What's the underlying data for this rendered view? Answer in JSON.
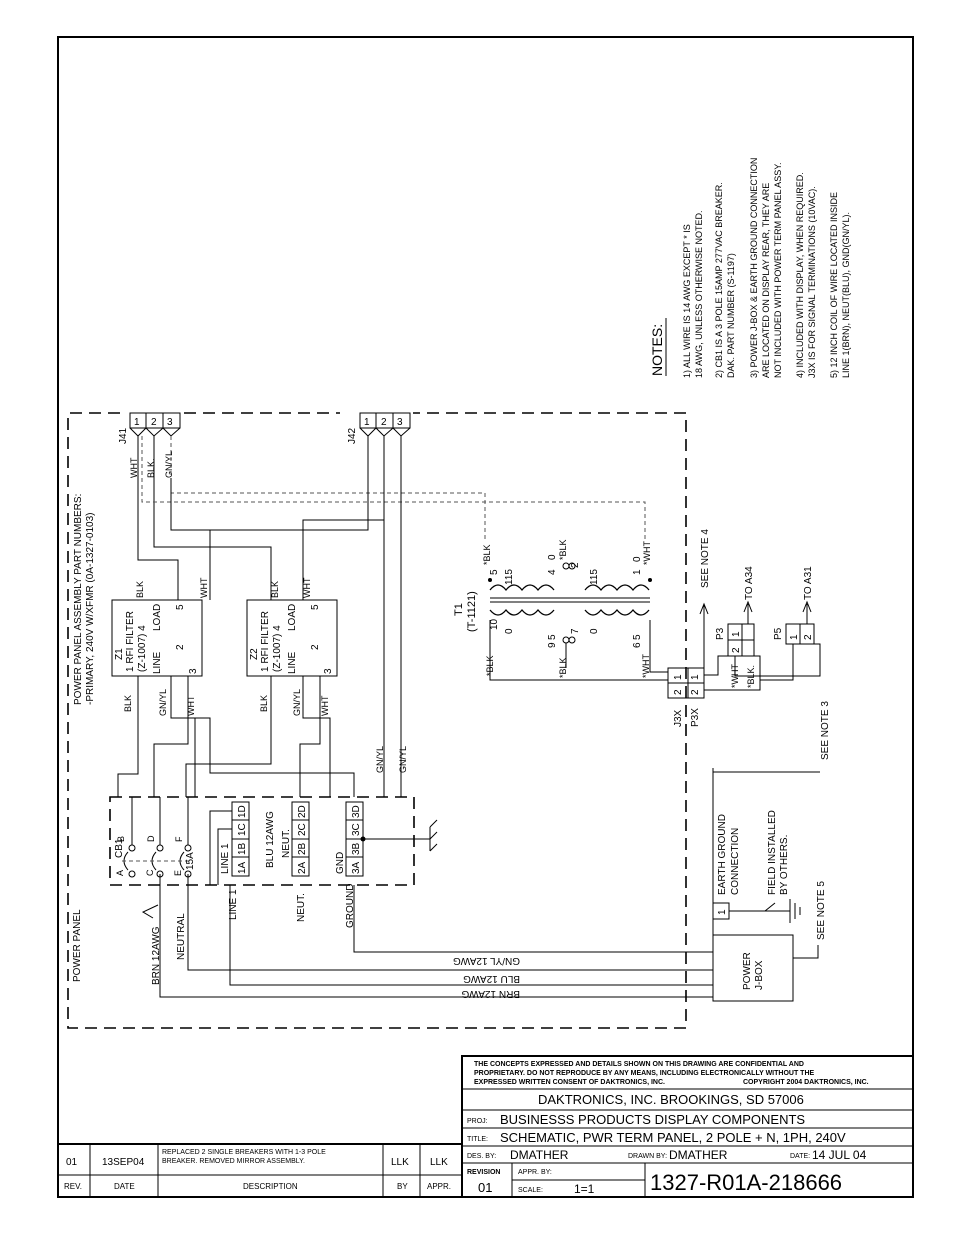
{
  "notes": {
    "heading": "NOTES:",
    "n1a": "1)  ALL WIRE IS 14 AWG EXCEPT * IS",
    "n1b": "18 AWG, UNLESS OTHERWISE NOTED.",
    "n2a": "2)  CB1 IS A 3 POLE 15AMP 277VAC BREAKER.",
    "n2b": "DAK. PART NUMBER (S-1197)",
    "n3a": "3)  POWER J-BOX & EARTH GROUND CONNECTION",
    "n3b": "ARE LOCATED ON DISPLAY REAR, THEY ARE",
    "n3c": "NOT INCLUDED WITH POWER TERM PANEL ASSY.",
    "n4a": "4)  INCLUDED WITH DISPLAY, WHEN REQUIRED.",
    "n4b": "J3X IS FOR SIGNAL TERMINATIONS (10VAC).",
    "n5a": "5)  12 INCH COIL OF WIRE LOCATED INSIDE",
    "n5b": "LINE 1(BRN), NEUT(BLU), GND(GN/YL)."
  },
  "panel": {
    "title1": "POWER PANEL ASSEMBLY PART NUMBERS:",
    "title2": "-PRIMARY, 240V W/XFMR (0A-1327-0103)",
    "power_panel": "POWER PANEL"
  },
  "connectors": {
    "j41": "J41",
    "j42": "J42",
    "j3x": "J3X",
    "p3x": "P3X",
    "p3": "P3",
    "p5": "P5",
    "to_a34": "TO A34",
    "to_a31": "TO A31",
    "pin1": "1",
    "pin2": "2",
    "pin3": "3"
  },
  "wires": {
    "wht": "WHT",
    "blk": "BLK",
    "blk_dot": "BLK.",
    "gnyl": "GN/YL",
    "blk_star": "*BLK",
    "wht_star": "*WHT",
    "blk_star_dot": "*BLK."
  },
  "filters": {
    "z1": "Z1",
    "z2": "Z2",
    "rfi": "1 RFI FILTER",
    "z1007": "(Z-1007) 4",
    "load": "LOAD",
    "line": "LINE",
    "p2": "2",
    "p3": "3",
    "p5": "5"
  },
  "transformer": {
    "t1": "T1",
    "part": "(T-1121)",
    "v115": "115",
    "v0": "0",
    "v10": "10",
    "n5": "5",
    "n4": "4",
    "n0": "0",
    "n2": "2",
    "n1": "1",
    "n5_": "5",
    "n9": "9",
    "n7": "7",
    "n8": "8",
    "n6": "6",
    "n10": "10"
  },
  "breaker": {
    "cb1": "CB1",
    "a": "A",
    "b": "B",
    "c": "C",
    "d": "D",
    "e": "E",
    "f": "F",
    "rating": "15A",
    "line1": "LINE 1",
    "blu12": "BLU 12AWG",
    "neut": "NEUT.",
    "gnd": "GND",
    "t1a": "1A",
    "t1b": "1B",
    "t1c": "1C",
    "t1d": "1D",
    "t2a": "2A",
    "t2b": "2B",
    "t2c": "2C",
    "t2d": "2D",
    "t3a": "3A",
    "t3b": "3B",
    "t3c": "3C",
    "t3d": "3D",
    "brn12": "BRN 12AWG",
    "neutral": "NEUTRAL",
    "line1b": "LINE 1",
    "neut2": "NEUT.",
    "ground": "GROUND"
  },
  "bottom_wires": {
    "gnyl12": "GN/YL 12AWG",
    "blu12": "BLU 12AWG",
    "brn12": "BRN 12AWG"
  },
  "jbox": {
    "power": "POWER",
    "jbox": "J-BOX",
    "earth1": "EARTH GROUND",
    "earth2": "CONNECTION",
    "field1": "FIELD INSTALLED",
    "field2": "BY OTHERS.",
    "see3": "SEE NOTE 3",
    "see4": "SEE NOTE 4",
    "see5": "SEE NOTE 5",
    "pin1": "1"
  },
  "title_block": {
    "confidential1": "THE CONCEPTS EXPRESSED AND DETAILS SHOWN ON THIS DRAWING ARE CONFIDENTIAL AND",
    "confidential2": "PROPRIETARY. DO NOT REPRODUCE BY ANY MEANS, INCLUDING ELECTRONICALLY WITHOUT THE",
    "confidential3": "EXPRESSED WRITTEN CONSENT OF DAKTRONICS, INC.",
    "copyright": "COPYRIGHT 2004 DAKTRONICS, INC.",
    "company": "DAKTRONICS, INC.   BROOKINGS, SD 57006",
    "proj_label": "PROJ:",
    "proj": "BUSINESSS PRODUCTS DISPLAY COMPONENTS",
    "title_label": "TITLE:",
    "title": "SCHEMATIC, PWR TERM PANEL, 2 POLE + N, 1PH, 240V",
    "des_label": "DES. BY:",
    "des": "DMATHER",
    "drawn_label": "DRAWN BY:",
    "drawn": "DMATHER",
    "date_label": "DATE:",
    "date": "14 JUL 04",
    "revision_label": "REVISION",
    "revision": "01",
    "appr_label": "APPR. BY:",
    "scale_label": "SCALE:",
    "scale": "1=1",
    "drawing_no": "1327-R01A-218666"
  },
  "revisions": {
    "rev": "01",
    "date": "13SEP04",
    "desc1": "REPLACED 2 SINGLE BREAKERS WITH 1-3 POLE",
    "desc2": "BREAKER. REMOVED MIRROR ASSEMBLY.",
    "by": "LLK",
    "appr": "LLK",
    "h_rev": "REV.",
    "h_date": "DATE",
    "h_desc": "DESCRIPTION",
    "h_by": "BY",
    "h_appr": "APPR."
  }
}
